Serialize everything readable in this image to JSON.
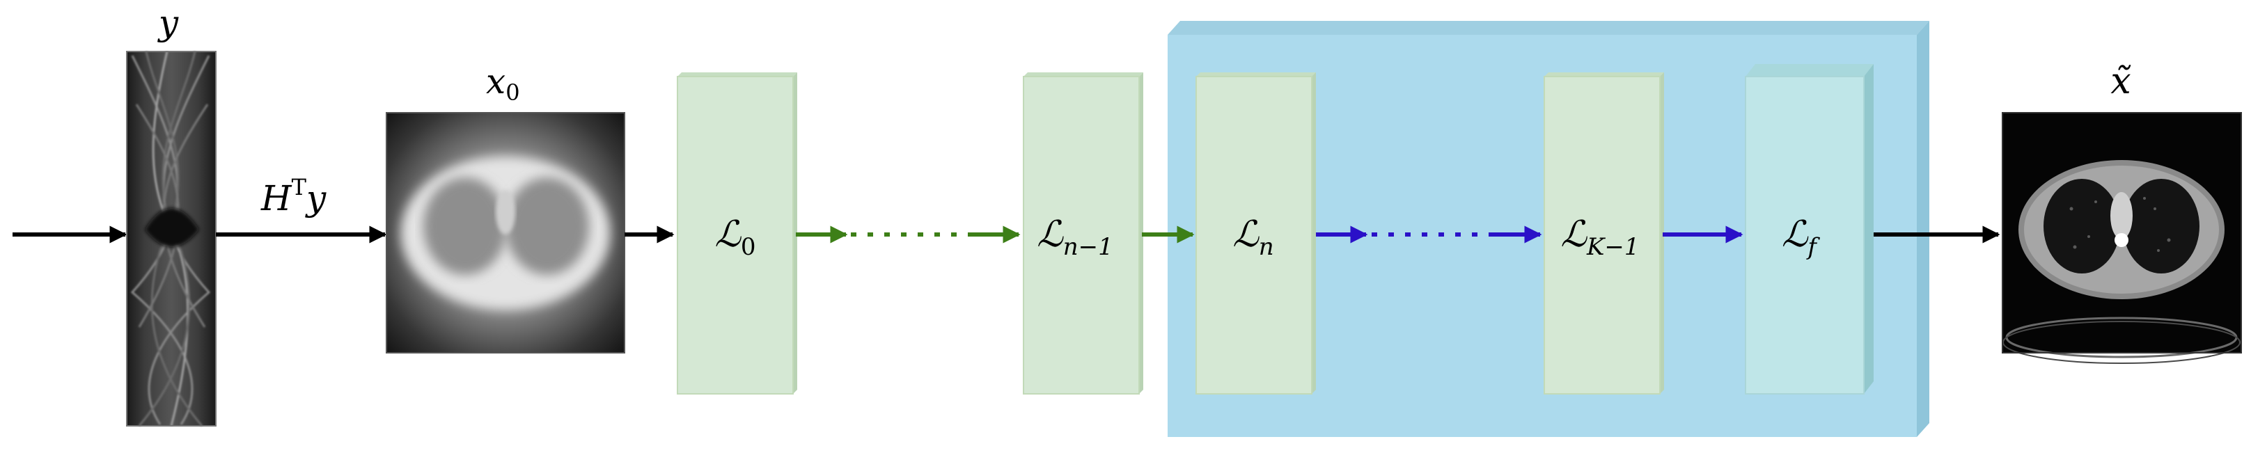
{
  "diagram": {
    "labels": {
      "y": "y",
      "htx": "H",
      "htx_sup": "T",
      "htx_y": "y",
      "x0": "x",
      "x0_sub": "0",
      "xtilde": "x̃"
    },
    "layers": [
      {
        "id": "L0",
        "base": "ℒ",
        "sub": "0",
        "sub_italic": false
      },
      {
        "id": "Ln-1",
        "base": "ℒ",
        "sub": "n−1",
        "sub_italic": true
      },
      {
        "id": "Ln",
        "base": "ℒ",
        "sub": "n",
        "sub_italic": true
      },
      {
        "id": "LK-1",
        "base": "ℒ",
        "sub": "K−1",
        "sub_italic": true
      },
      {
        "id": "Lf",
        "base": "ℒ",
        "sub": "f",
        "sub_italic": true
      }
    ],
    "colors": {
      "layer_box": "#d5e8d4",
      "layer_box_stroke": "#c2dab8",
      "layer_box_side": "#b9d3b4",
      "trained_region": "#acdaed",
      "trained_region_side": "#8fc5da",
      "final_layer_box": "#bfe6e8",
      "arrow_black": "#000000",
      "arrow_green": "#3d7f17",
      "arrow_blue": "#2a11c8"
    }
  }
}
